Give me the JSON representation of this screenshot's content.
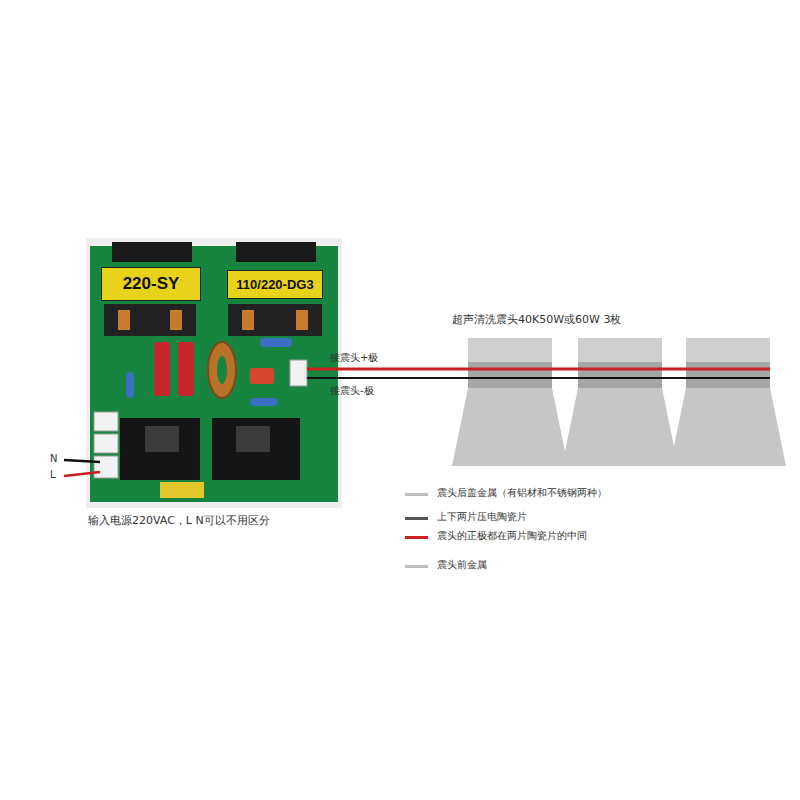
{
  "diagram": {
    "nodes": [
      {
        "text": [
          "220-SY"
        ]
      },
      {
        "text": [
          "110/220-DG3"
        ]
      }
    ],
    "labels": [
      "超声清洗震头40K50W或60W 3枚",
      "接震头+极",
      "接震头-极",
      "N",
      "L",
      "输入电源220VAC，L N可以不用区分"
    ],
    "legend": [
      {
        "text": "震头后盖金属（有铝材和不锈钢两种）",
        "color": "#bdbdbd"
      },
      {
        "text": "上下两片压电陶瓷片",
        "color": "#555555"
      },
      {
        "text": "震头的正极都在两片陶瓷片的中间",
        "color": "#cc1f1f"
      },
      {
        "text": "震头前金属",
        "color": "#bdbdbd"
      }
    ]
  }
}
